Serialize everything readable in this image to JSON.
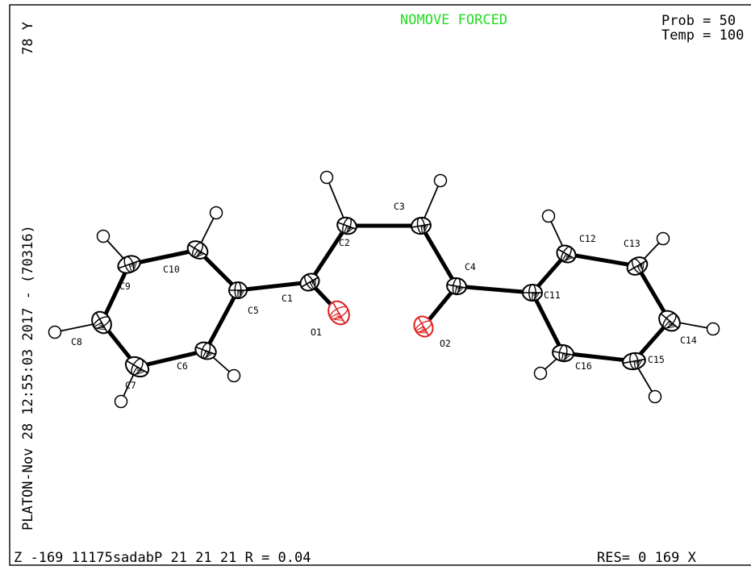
{
  "header": {
    "status": "NOMOVE FORCED",
    "status_color": "#22dd22",
    "prob_line": "Prob =  50",
    "temp_line": "Temp = 100"
  },
  "side_label": {
    "axis": "78 Y",
    "program": "PLATON-Nov 28 12:55:03 2017  -  (70316)"
  },
  "footer": {
    "left": "Z  -169   11175sadabP 21 21 21   R = 0.04",
    "right": "RES=   0   169 X"
  },
  "molecule": {
    "atom_color": "#000000",
    "oxygen_color": "#e02020",
    "atoms": [
      {
        "label": "C1"
      },
      {
        "label": "C2"
      },
      {
        "label": "C3"
      },
      {
        "label": "C4"
      },
      {
        "label": "C5"
      },
      {
        "label": "C6"
      },
      {
        "label": "C7"
      },
      {
        "label": "C8"
      },
      {
        "label": "C9"
      },
      {
        "label": "C10"
      },
      {
        "label": "C11"
      },
      {
        "label": "C12"
      },
      {
        "label": "C13"
      },
      {
        "label": "C14"
      },
      {
        "label": "C15"
      },
      {
        "label": "C16"
      },
      {
        "label": "O1"
      },
      {
        "label": "O2"
      }
    ]
  }
}
